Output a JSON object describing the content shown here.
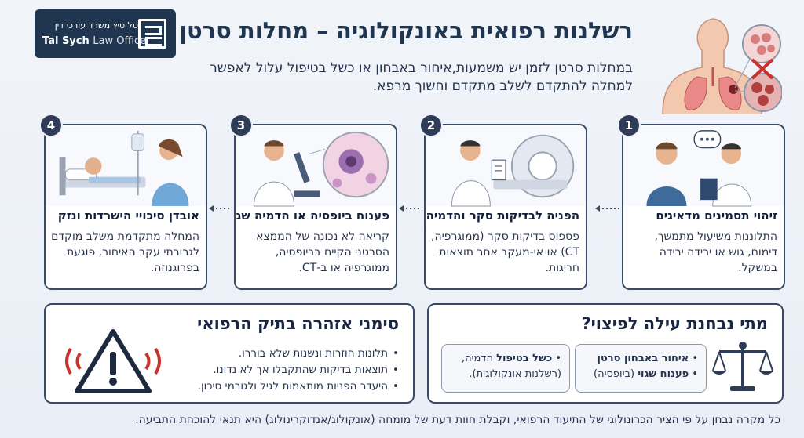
{
  "header": {
    "logo_hebrew": "טל סיץ משרד עורכי דין",
    "logo_en_bold": "Tal Sych",
    "logo_en_light": "Law Office",
    "title": "רשלנות רפואית באונקולוגיה – מחלות סרטן",
    "intro": "במחלות סרטן לזמן יש משמעות,איחור באבחון או כשל בטיפול עלול לאפשר למחלה להתקדם לשלב מתקדם וחשוך מרפא."
  },
  "steps": [
    {
      "number": "1",
      "title": "זיהוי תסמינים מדאיגים",
      "body": "התלוננות משיעול מתמשך, דימום, גוש או ירידה ירידה במשקל."
    },
    {
      "number": "2",
      "title": "הפניה לבדיקות סקר והדמיה",
      "body": "פספוס בדיקות סקר (ממוגרפיה, CT) או אי-מעקב אחר תוצאות חריגות."
    },
    {
      "number": "3",
      "title": "פענוח ביופסיה או הדמיה שגוי",
      "body": "קריאה לא נכונה של הממצא הסרטני הקיים בביופסיה, ממוגרפיה או ב-CT."
    },
    {
      "number": "4",
      "title": "אובדן סיכויי הישרדות ונזק",
      "body": "המחלה מתקדמת משלב מוקדם לגרורתי עקב האיחור, פוגעת בפרוגנוזה."
    }
  ],
  "claim_panel": {
    "title": "מתי נבחנת עילה לפיצוי?",
    "box1_line1": "איחור באבחון סרטן",
    "box1_line2_bold": "פענוח שגוי",
    "box1_line2_rest": " (ביופסיה)",
    "box2_line1_bold": "כשל בטיפול",
    "box2_line1_rest": " הדמיה,",
    "box2_line2": "(רשלנות אונקולוגית)."
  },
  "warning_panel": {
    "title": "סימני אזהרה בתיק הרפואי",
    "items": [
      "תלונות חוזרות ונשנות שלא בוררו.",
      "תוצאות בדיקות שהתקבלו אך לא נדונו.",
      "היעדר הפניות מותאמות לגיל ולגורמי סיכון."
    ]
  },
  "footer": "כל מקרה נבחן על פי הציר הכרונולוגי של התיעוד הרפואי, וקבלת חוות דעת של מומחה (אונקולוג/אנדוקרינולוג) היא תנאי להוכחת התביעה.",
  "colors": {
    "navy": "#1f3550",
    "card_border": "#3a4a66",
    "warning_red": "#c9312d",
    "page_bg": "#eef2f8"
  },
  "icons": [
    "scale-icon",
    "warning-triangle-icon",
    "anatomy-lungs-icon"
  ]
}
